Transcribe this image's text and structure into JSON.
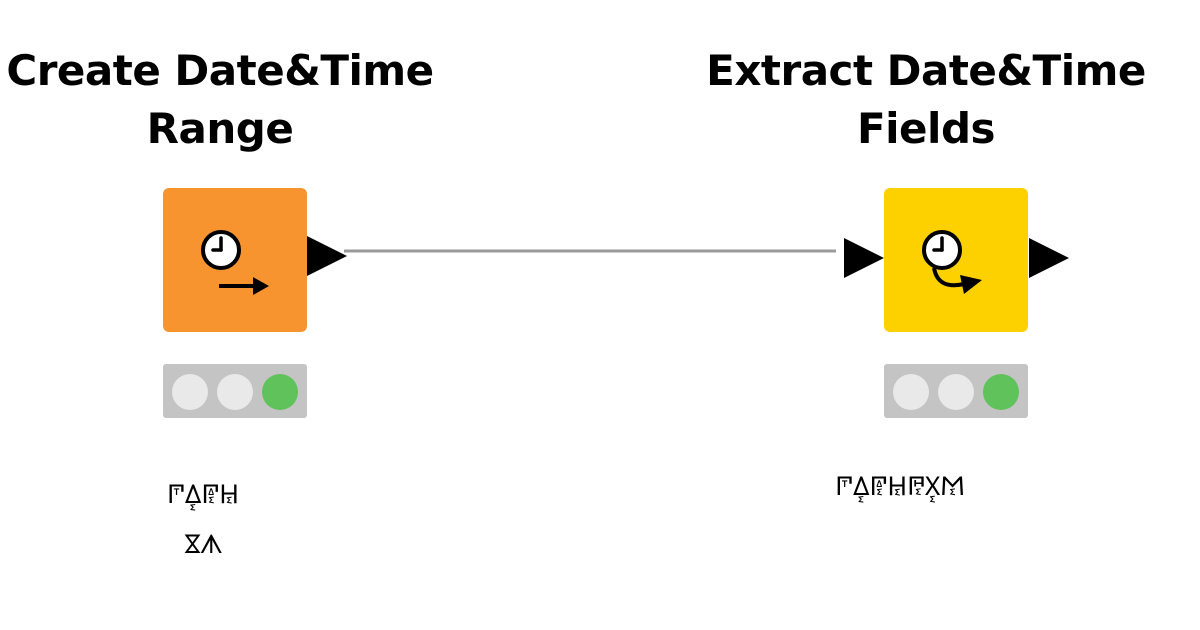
{
  "colors": {
    "source_node": "#f7942f",
    "manipulator_node": "#fdd100",
    "connection": "#999999",
    "light_inactive": "#e9e9e9",
    "light_green": "#60c25a",
    "traffic_light_bg": "#c4c4c4"
  },
  "nodes": [
    {
      "title_lines": [
        "Create Date&Time",
        "Range"
      ],
      "icon": "clock-arrow-icon",
      "status": "executed",
      "label_lines": [
        "𐆢𐆮𐅈𐅐𐅑𐅒",
        "𐅡𐅢"
      ]
    },
    {
      "title_lines": [
        "Extract Date&Time",
        "Fields"
      ],
      "icon": "clock-curved-arrow-icon",
      "status": "executed",
      "label_lines": [
        "𐆢𐆮𐅈𐅐𐅑𐅒𐅓𐅔𐅕"
      ]
    }
  ]
}
